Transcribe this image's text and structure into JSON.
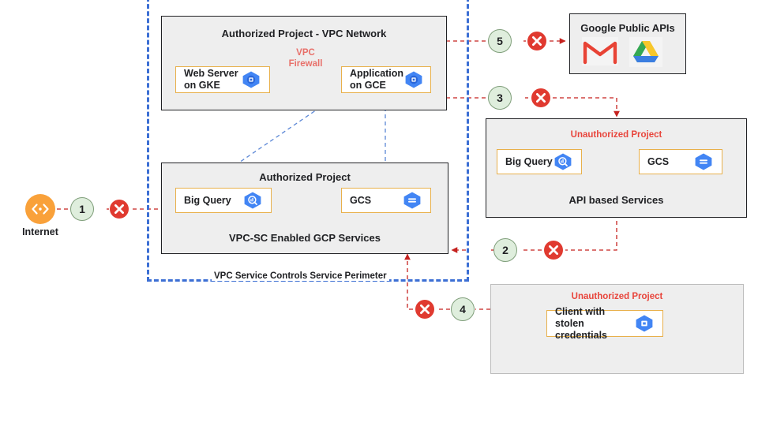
{
  "diagram": {
    "title": "VPC Service Controls service perimeter architecture",
    "perimeter_label": "VPC Service Controls  Service Perimeter",
    "colors": {
      "perimeter_blue": "#3c6fd4",
      "deny_red": "#e03a30",
      "marker_green": "#dfeedd",
      "service_border_orange": "#e8b04b",
      "unauthorized_red": "#e8453c",
      "internet_orange": "#f9a13a",
      "box_gray": "#eeeeee"
    }
  },
  "internet": {
    "label": "Internet",
    "icon": "internet-code-icon"
  },
  "vpc_network": {
    "title": "Authorized Project - VPC Network",
    "firewall_label_line1": "VPC",
    "firewall_label_line2": "Firewall",
    "services": [
      {
        "label": "Web Server\non GKE",
        "line1": "Web Server",
        "line2": "on GKE",
        "icon": "gke-hex-icon"
      },
      {
        "label": "Application\non GCE",
        "line1": "Application",
        "line2": "on GCE",
        "icon": "gce-hex-icon"
      }
    ]
  },
  "authorized_project": {
    "title": "Authorized Project",
    "footer": "VPC-SC Enabled GCP Services",
    "services": [
      {
        "label": "Big Query",
        "icon": "bigquery-hex-icon"
      },
      {
        "label": "GCS",
        "icon": "gcs-hex-icon"
      }
    ]
  },
  "google_public_apis": {
    "title": "Google Public APIs",
    "icons": [
      {
        "name": "gmail-icon"
      },
      {
        "name": "google-drive-icon"
      }
    ]
  },
  "unauthorized_project_api": {
    "title": "Unauthorized Project",
    "footer": "API based Services",
    "services": [
      {
        "label": "Big Query",
        "icon": "bigquery-hex-icon"
      },
      {
        "label": "GCS",
        "icon": "gcs-hex-icon"
      }
    ]
  },
  "unauthorized_project_client": {
    "title": "Unauthorized Project",
    "services": [
      {
        "label": "Client with stolen\ncredentials",
        "line1": "Client with stolen",
        "line2": "credentials",
        "icon": "client-hex-icon"
      }
    ]
  },
  "markers": [
    {
      "id": "1",
      "number": "1"
    },
    {
      "id": "2",
      "number": "2"
    },
    {
      "id": "3",
      "number": "3"
    },
    {
      "id": "4",
      "number": "4"
    },
    {
      "id": "5",
      "number": "5"
    }
  ],
  "deny_badges": [
    {
      "id": "deny-1",
      "glyph": "x"
    },
    {
      "id": "deny-2",
      "glyph": "x"
    },
    {
      "id": "deny-3",
      "glyph": "x"
    },
    {
      "id": "deny-4",
      "glyph": "x"
    },
    {
      "id": "deny-5",
      "glyph": "x"
    }
  ]
}
